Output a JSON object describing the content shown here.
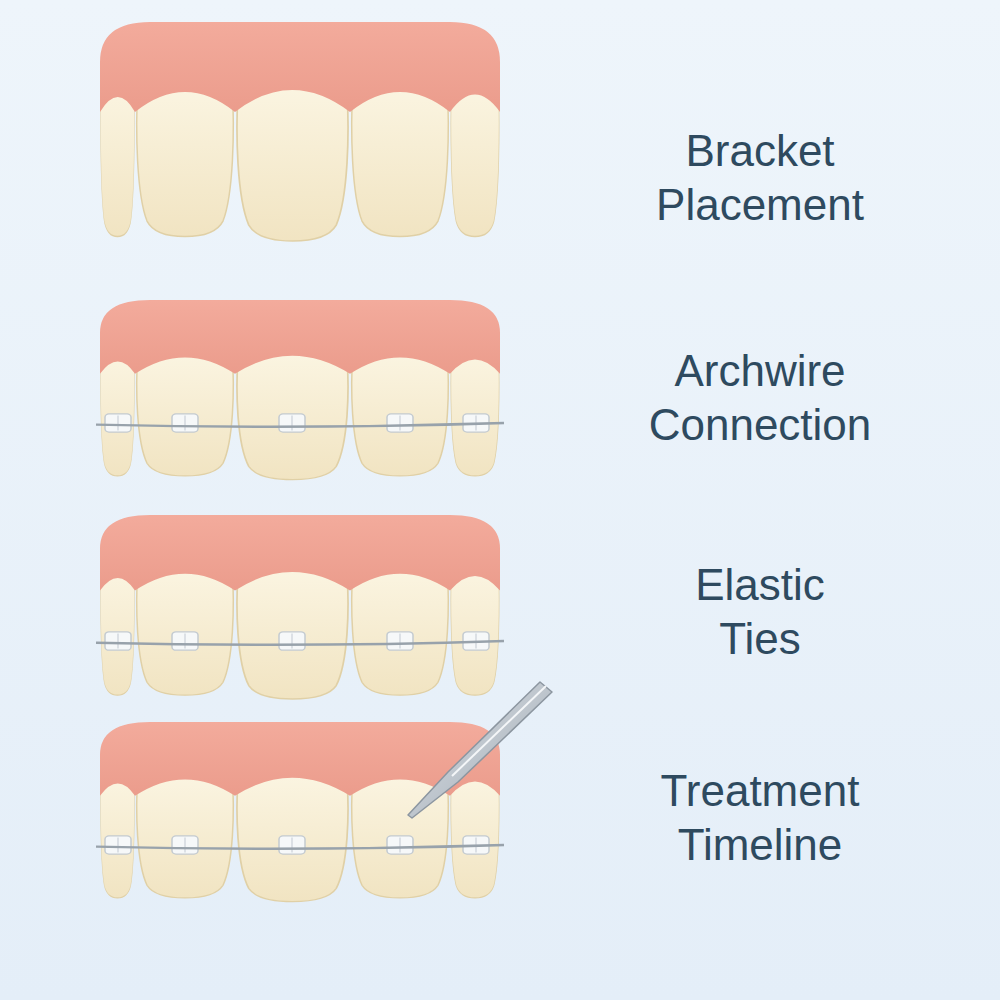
{
  "diagram": {
    "labels": [
      "Bracket Placement",
      "Archwire Connection",
      "Elastic Ties",
      "Treatment Timeline"
    ]
  }
}
